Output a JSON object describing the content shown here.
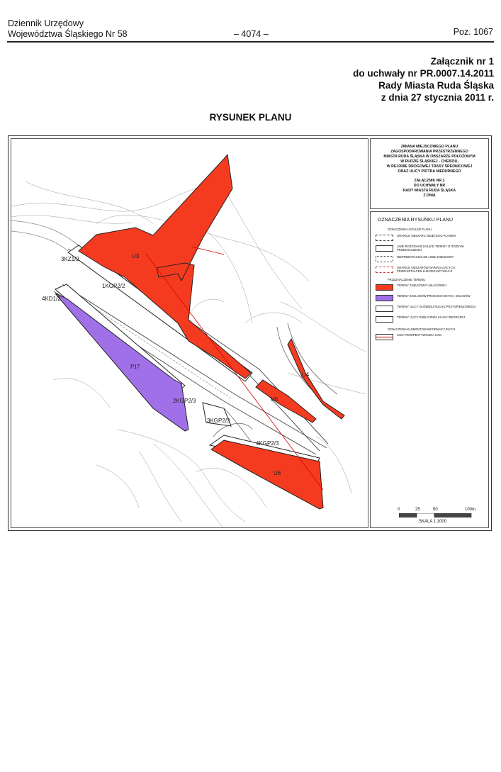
{
  "header": {
    "publication_line1": "Dziennik Urzędowy",
    "publication_line2": "Województwa Śląskiego Nr 58",
    "page_number": "– 4074 –",
    "position": "Poz. 1067"
  },
  "annex": {
    "line1": "Załącznik nr 1",
    "line2": "do uchwały nr PR.0007.14.2011",
    "line3": "Rady Miasta Ruda Śląska",
    "line4": "z dnia 27 stycznia 2011 r."
  },
  "title": "RYSUNEK PLANU",
  "plan_title_box": {
    "lines": [
      "ZMIANA MIEJSCOWEGO PLANU",
      "ZAGOSPODAROWANIA PRZESTRZENNEGO",
      "MIASTA RUDA ŚLĄSKA W OBSZARZE POŁOŻONYM",
      "W RUDZIE ŚLĄSKIEJ - CHEBZIU,",
      "W REJONIE DROGOWEJ TRASY ŚREDNICOWEJ",
      "ORAZ ULICY PIOTRA NIEDURNEGO"
    ],
    "annex_lines": [
      "ZAŁĄCZNIK NR 1",
      "DO UCHWAŁY NR",
      "RADY MIASTA RUDA ŚLĄSKA",
      "Z DNIA"
    ]
  },
  "legend": {
    "title": "OZNACZENIA RYSUNKU PLANU",
    "binding_heading": "OZNACZENIA USTALEŃ PLANU",
    "items": [
      {
        "label": "GRANICE OBSZARU OBJĘTEGO PLANEM",
        "swatch": "",
        "color": "#ffffff"
      },
      {
        "label": "LINIE ROZGRANICZAJĄCE TERENY O RÓŻNYM PRZEZNACZENIU",
        "swatch": "",
        "color": "#ffffff"
      },
      {
        "label": "NIEPRZEKRACZALNE LINIE ZABUDOWY",
        "swatch": "",
        "color": "#ffffff"
      },
      {
        "label": "GRANICE OBSZARÓW WYMAGAJĄCYCH PRZEKSZTAŁCEŃ LUB REKULTYWACJI",
        "swatch": "",
        "color": "#ffffff"
      }
    ],
    "purpose_heading": "PRZEZNACZENIE TERENU",
    "purpose_items": [
      {
        "label": "TERENY ZABUDOWY USŁUGOWEJ",
        "swatch": "",
        "color": "#f53b1f"
      },
      {
        "label": "TERENY ZAKŁADÓW PRODUKCYJNYCH, SKŁADÓW",
        "swatch": "",
        "color": "#a070e8"
      },
      {
        "label": "TERENY ULICY GŁÓWNEJ RUCHU PRZYSPIESZONEGO",
        "swatch": "",
        "color": "#ffffff"
      },
      {
        "label": "TERENY ULICY PUBLICZNEJ KLASY ZBIORCZEJ",
        "swatch": "",
        "color": "#ffffff"
      }
    ],
    "info_heading": "OZNACZENIA ELEMENTÓW INFORMACYJNYCH",
    "info_items": [
      {
        "label": "LINIA PERSPEKTYWICZNA LINII",
        "swatch": "",
        "color": "#ffffff"
      }
    ]
  },
  "scale": {
    "ticks": [
      "0",
      "25",
      "50",
      "100m"
    ],
    "caption": "SKALA 1:1000"
  },
  "map_labels": {
    "U3": "U3",
    "KZ12": "3KZ1/2",
    "KGP22": "1KGP2/2",
    "KD12": "4KD1/2",
    "P17": "P.I7",
    "KGP23a": "2KGP2/3",
    "KGP23b": "3KGP2/3",
    "KGP23c": "4KGP2/3",
    "U6": "U6",
    "U4": "U4",
    "U5": "U5"
  },
  "colors": {
    "service_red": "#f53b1f",
    "industrial_purple": "#a070e8",
    "road_grey": "#8f8f8f",
    "perspective_line": "#d40000"
  }
}
